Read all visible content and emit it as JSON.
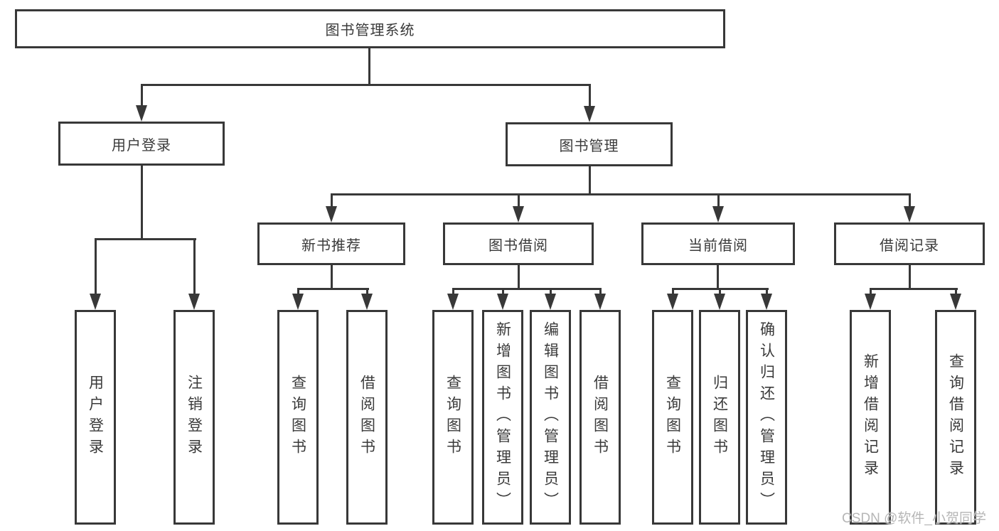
{
  "colors": {
    "line": "#383838",
    "text": "#3a3a3a",
    "background": "#ffffff",
    "watermark": "#b6b6b6"
  },
  "watermark": "CSDN @软件_小贺同学",
  "tree": {
    "label": "图书管理系统",
    "children": [
      {
        "label": "用户登录",
        "children": [
          {
            "label": "用户登录"
          },
          {
            "label": "注销登录"
          }
        ]
      },
      {
        "label": "图书管理",
        "children": [
          {
            "label": "新书推荐",
            "children": [
              {
                "label": "查询图书"
              },
              {
                "label": "借阅图书"
              }
            ]
          },
          {
            "label": "图书借阅",
            "children": [
              {
                "label": "查询图书"
              },
              {
                "label": "新增图书（管理员）"
              },
              {
                "label": "编辑图书（管理员）"
              },
              {
                "label": "借阅图书"
              }
            ]
          },
          {
            "label": "当前借阅",
            "children": [
              {
                "label": "查询图书"
              },
              {
                "label": "归还图书"
              },
              {
                "label": "确认归还（管理员）"
              }
            ]
          },
          {
            "label": "借阅记录",
            "children": [
              {
                "label": "新增借阅记录"
              },
              {
                "label": "查询借阅记录"
              }
            ]
          }
        ]
      }
    ]
  }
}
